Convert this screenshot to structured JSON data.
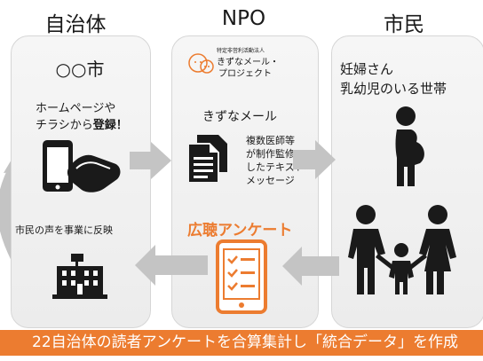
{
  "columns": {
    "city": {
      "title": "自治体",
      "name": "○○市"
    },
    "npo": {
      "title": "NPO",
      "org_small": "特定非営利活動法人",
      "org_name_line1": "きずなメール・",
      "org_name_line2": "プロジェクト"
    },
    "citizen": {
      "title": "市民",
      "target_line1": "妊婦さん",
      "target_line2": "乳幼児のいる世帯"
    }
  },
  "city_panel": {
    "register_line1": "ホームページや",
    "register_line2_prefix": "チラシから",
    "register_line2_bold": "登録！",
    "feedback": "市民の声を事業に反映"
  },
  "npo_panel": {
    "service": "きずなメール",
    "description_lines": [
      "複数医師等",
      "が制作監修",
      "したテキスト",
      "メッセージ"
    ],
    "survey_label": "広聴アンケート"
  },
  "banner": {
    "text": "22自治体の読者アンケートを合算集計し「統合データ」を作成"
  },
  "colors": {
    "accent": "#ec7c30",
    "arrow": "#c4c4c4",
    "icon": "#1a1a1a",
    "panel": "#f0f0f0"
  },
  "icons": [
    "smartphone-tap-icon",
    "documents-icon",
    "pregnant-woman-icon",
    "family-icon",
    "building-icon",
    "survey-phone-icon",
    "logo-mother-child-icon"
  ]
}
